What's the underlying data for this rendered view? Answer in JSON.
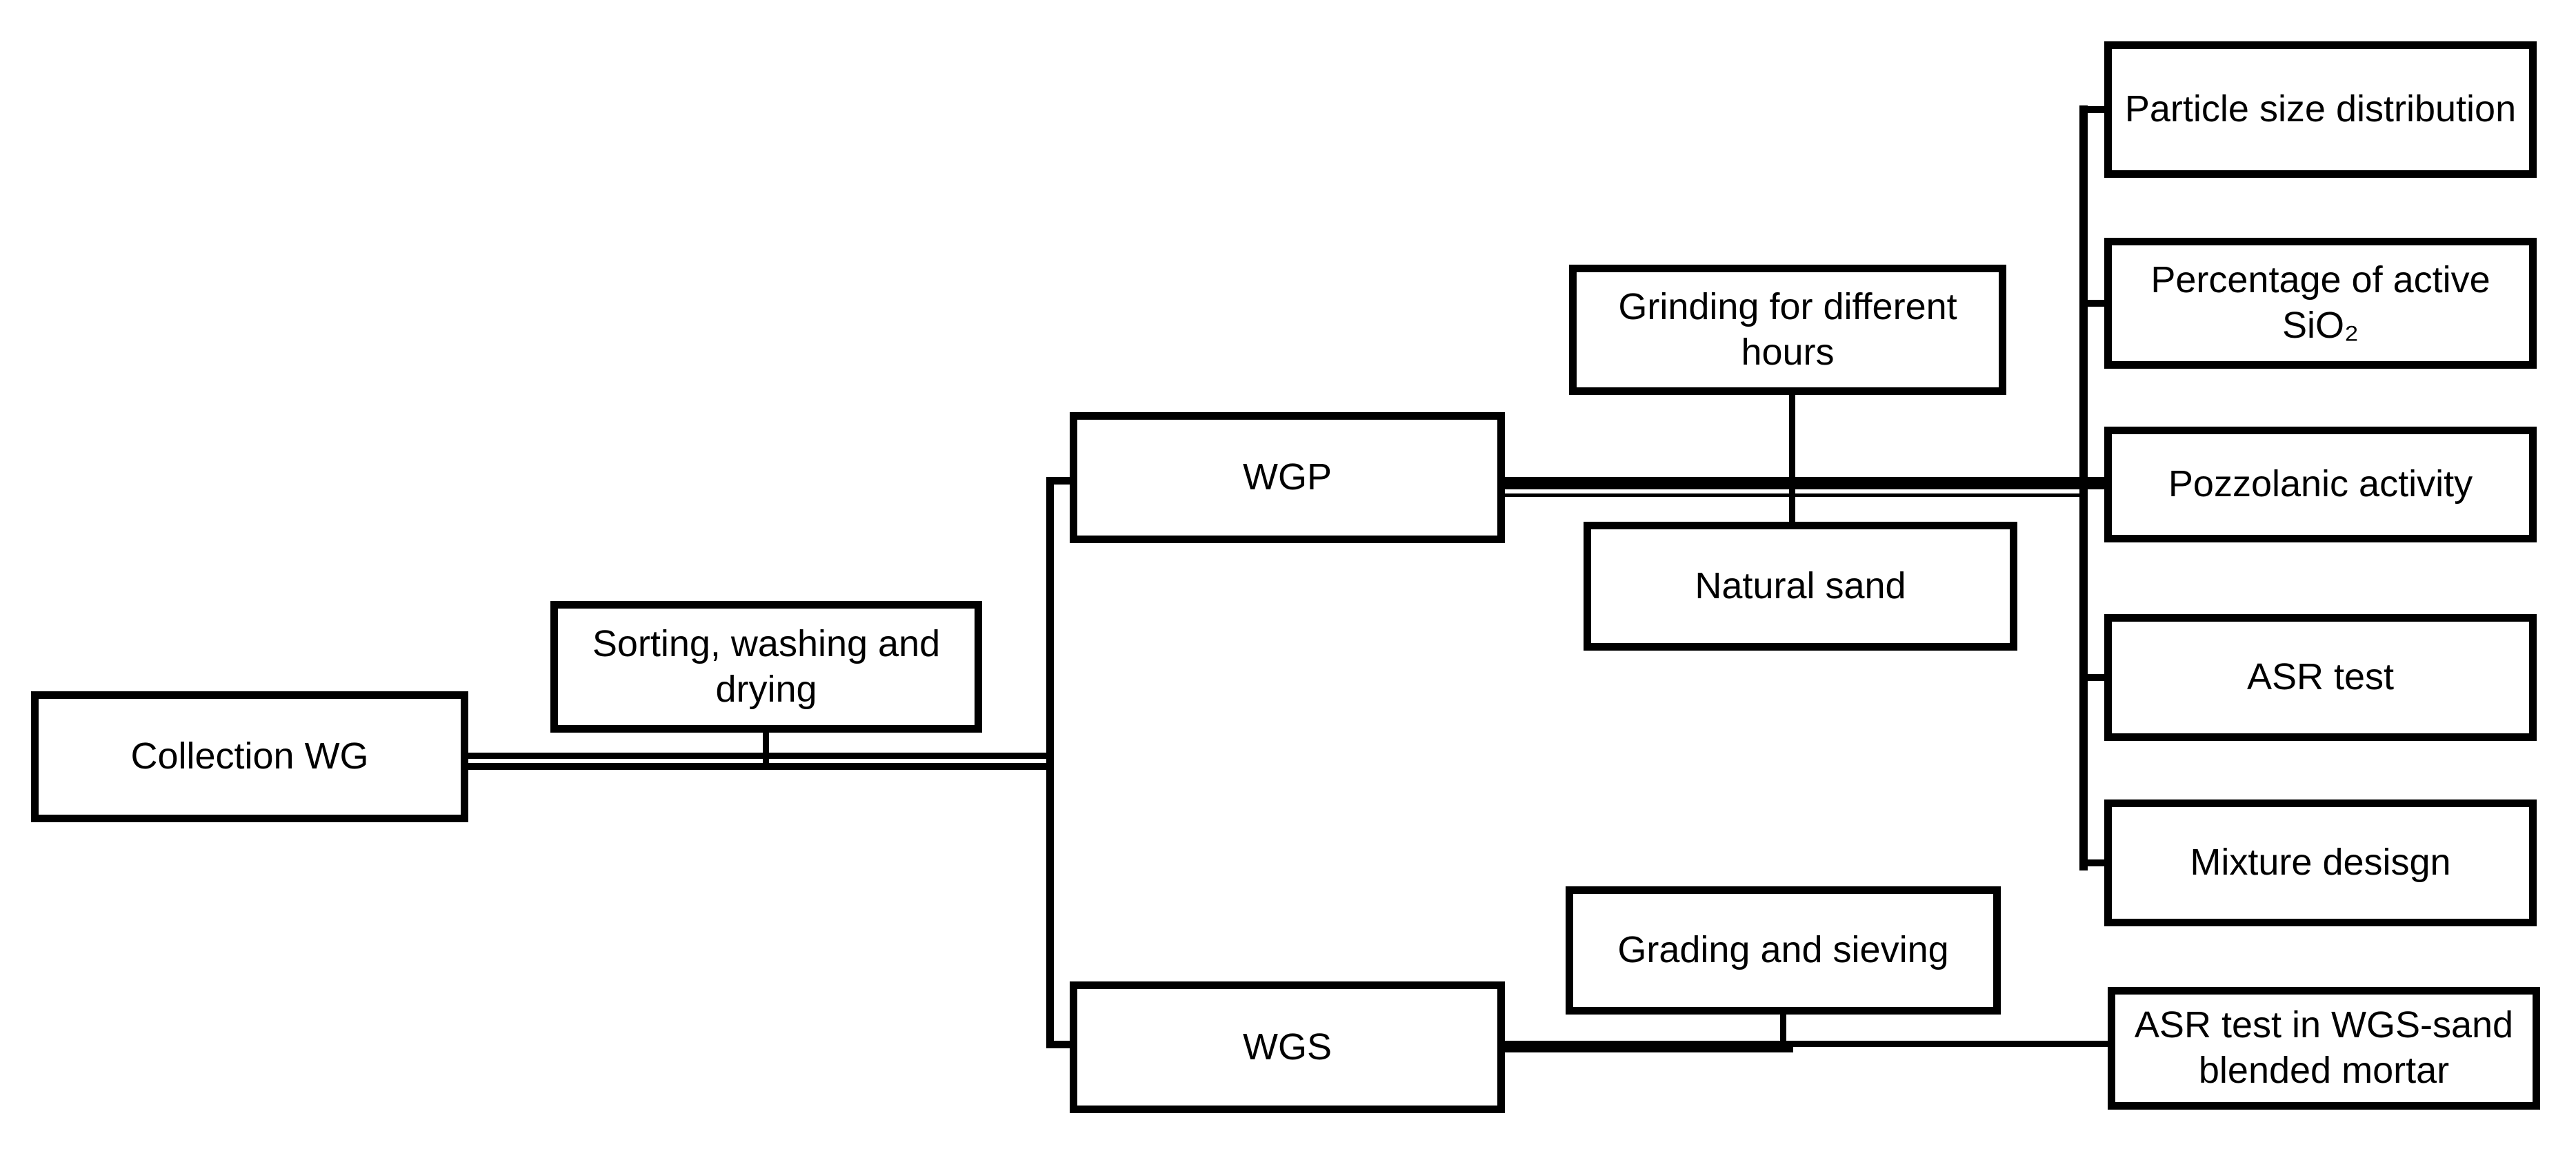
{
  "diagram": {
    "type": "flowchart",
    "background_color": "#ffffff",
    "line_color": "#000000",
    "box_fill_color": "#ffffff",
    "box_border_color": "#000000",
    "nodes": [
      {
        "id": "collection-wg",
        "label": "Collection WG"
      },
      {
        "id": "sorting-washing-drying",
        "label": "Sorting, washing and drying"
      },
      {
        "id": "wgp",
        "label": "WGP"
      },
      {
        "id": "grinding-hours",
        "label": "Grinding for different hours"
      },
      {
        "id": "natural-sand",
        "label": "Natural sand"
      },
      {
        "id": "particle-size-distribution",
        "label": "Particle size distribution"
      },
      {
        "id": "percentage-active-sio2",
        "label": "Percentage of active SiO₂"
      },
      {
        "id": "pozzolanic-activity",
        "label": "Pozzolanic activity"
      },
      {
        "id": "asr-test",
        "label": "ASR test"
      },
      {
        "id": "mixture-design",
        "label": "Mixture desisgn"
      },
      {
        "id": "wgs",
        "label": "WGS"
      },
      {
        "id": "grading-sieving",
        "label": "Grading and sieving"
      },
      {
        "id": "asr-test-wgs-sand",
        "label": "ASR test in WGS-sand blended mortar"
      }
    ],
    "edges": [
      {
        "from": "collection-wg",
        "via": [
          "sorting-washing-drying"
        ],
        "to": [
          "wgp",
          "wgs"
        ],
        "style": "double-line"
      },
      {
        "from": "wgp",
        "via": [
          "grinding-hours",
          "natural-sand"
        ],
        "to": [
          "particle-size-distribution",
          "percentage-active-sio2",
          "pozzolanic-activity",
          "asr-test",
          "mixture-design"
        ],
        "style": "thick-line-with-thin-parallel"
      },
      {
        "from": "wgs",
        "via": [
          "grading-sieving"
        ],
        "to": [
          "asr-test-wgs-sand"
        ],
        "style": "thick-then-thin-line"
      }
    ]
  }
}
